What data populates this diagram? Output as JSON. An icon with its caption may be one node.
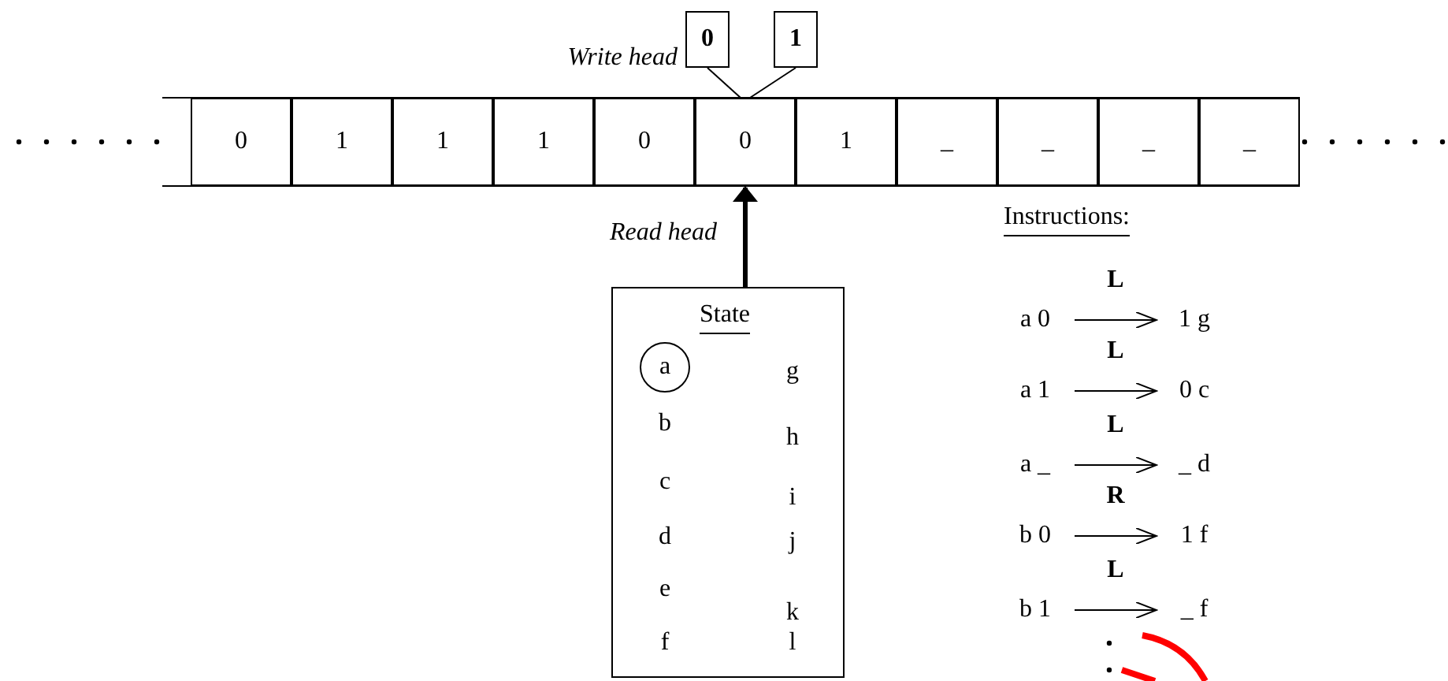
{
  "diagram": {
    "nodes": [
      {
        "text": [
          "0"
        ]
      },
      {
        "text": [
          "1"
        ]
      },
      {
        "text": [
          "0"
        ]
      },
      {
        "text": [
          "1"
        ]
      },
      {
        "text": [
          "1"
        ]
      },
      {
        "text": [
          "1"
        ]
      },
      {
        "text": [
          "0"
        ]
      },
      {
        "text": [
          "0"
        ]
      },
      {
        "text": [
          "1"
        ]
      },
      {
        "text": [
          "_"
        ]
      },
      {
        "text": [
          "_"
        ]
      },
      {
        "text": [
          "_"
        ]
      },
      {
        "text": [
          "_"
        ]
      },
      {
        "text": [
          "State"
        ]
      },
      {
        "text": [
          "a"
        ],
        "in": 13
      },
      {
        "text": [
          "a 0"
        ]
      },
      {
        "text": [
          "1 g"
        ]
      },
      {
        "text": [
          "a 1"
        ]
      },
      {
        "text": [
          "0 c"
        ]
      },
      {
        "text": [
          "a _"
        ]
      },
      {
        "text": [
          "_ d"
        ]
      },
      {
        "text": [
          "b 0"
        ]
      },
      {
        "text": [
          "1 f"
        ]
      },
      {
        "text": [
          "b 1"
        ]
      },
      {
        "text": [
          "_ f"
        ]
      }
    ],
    "edges": [
      {
        "from": 0,
        "to": 7,
        "arrow": "none"
      },
      {
        "from": 1,
        "to": 7,
        "arrow": "none"
      },
      {
        "from": 13,
        "to": 7,
        "arrow": "to",
        "label": "Read head",
        "style": "thick"
      },
      {
        "from": 15,
        "to": 16,
        "arrow": "to",
        "label": "L"
      },
      {
        "from": 17,
        "to": 18,
        "arrow": "to",
        "label": "L"
      },
      {
        "from": 19,
        "to": 20,
        "arrow": "to",
        "label": "L"
      },
      {
        "from": 21,
        "to": 22,
        "arrow": "to",
        "label": "R"
      },
      {
        "from": 23,
        "to": 24,
        "arrow": "to",
        "label": "L"
      }
    ],
    "labels": [
      "Write head",
      "Instructions:",
      "b",
      "c",
      "d",
      "e",
      "f",
      "g",
      "h",
      "i",
      "j",
      "k",
      "l"
    ]
  }
}
